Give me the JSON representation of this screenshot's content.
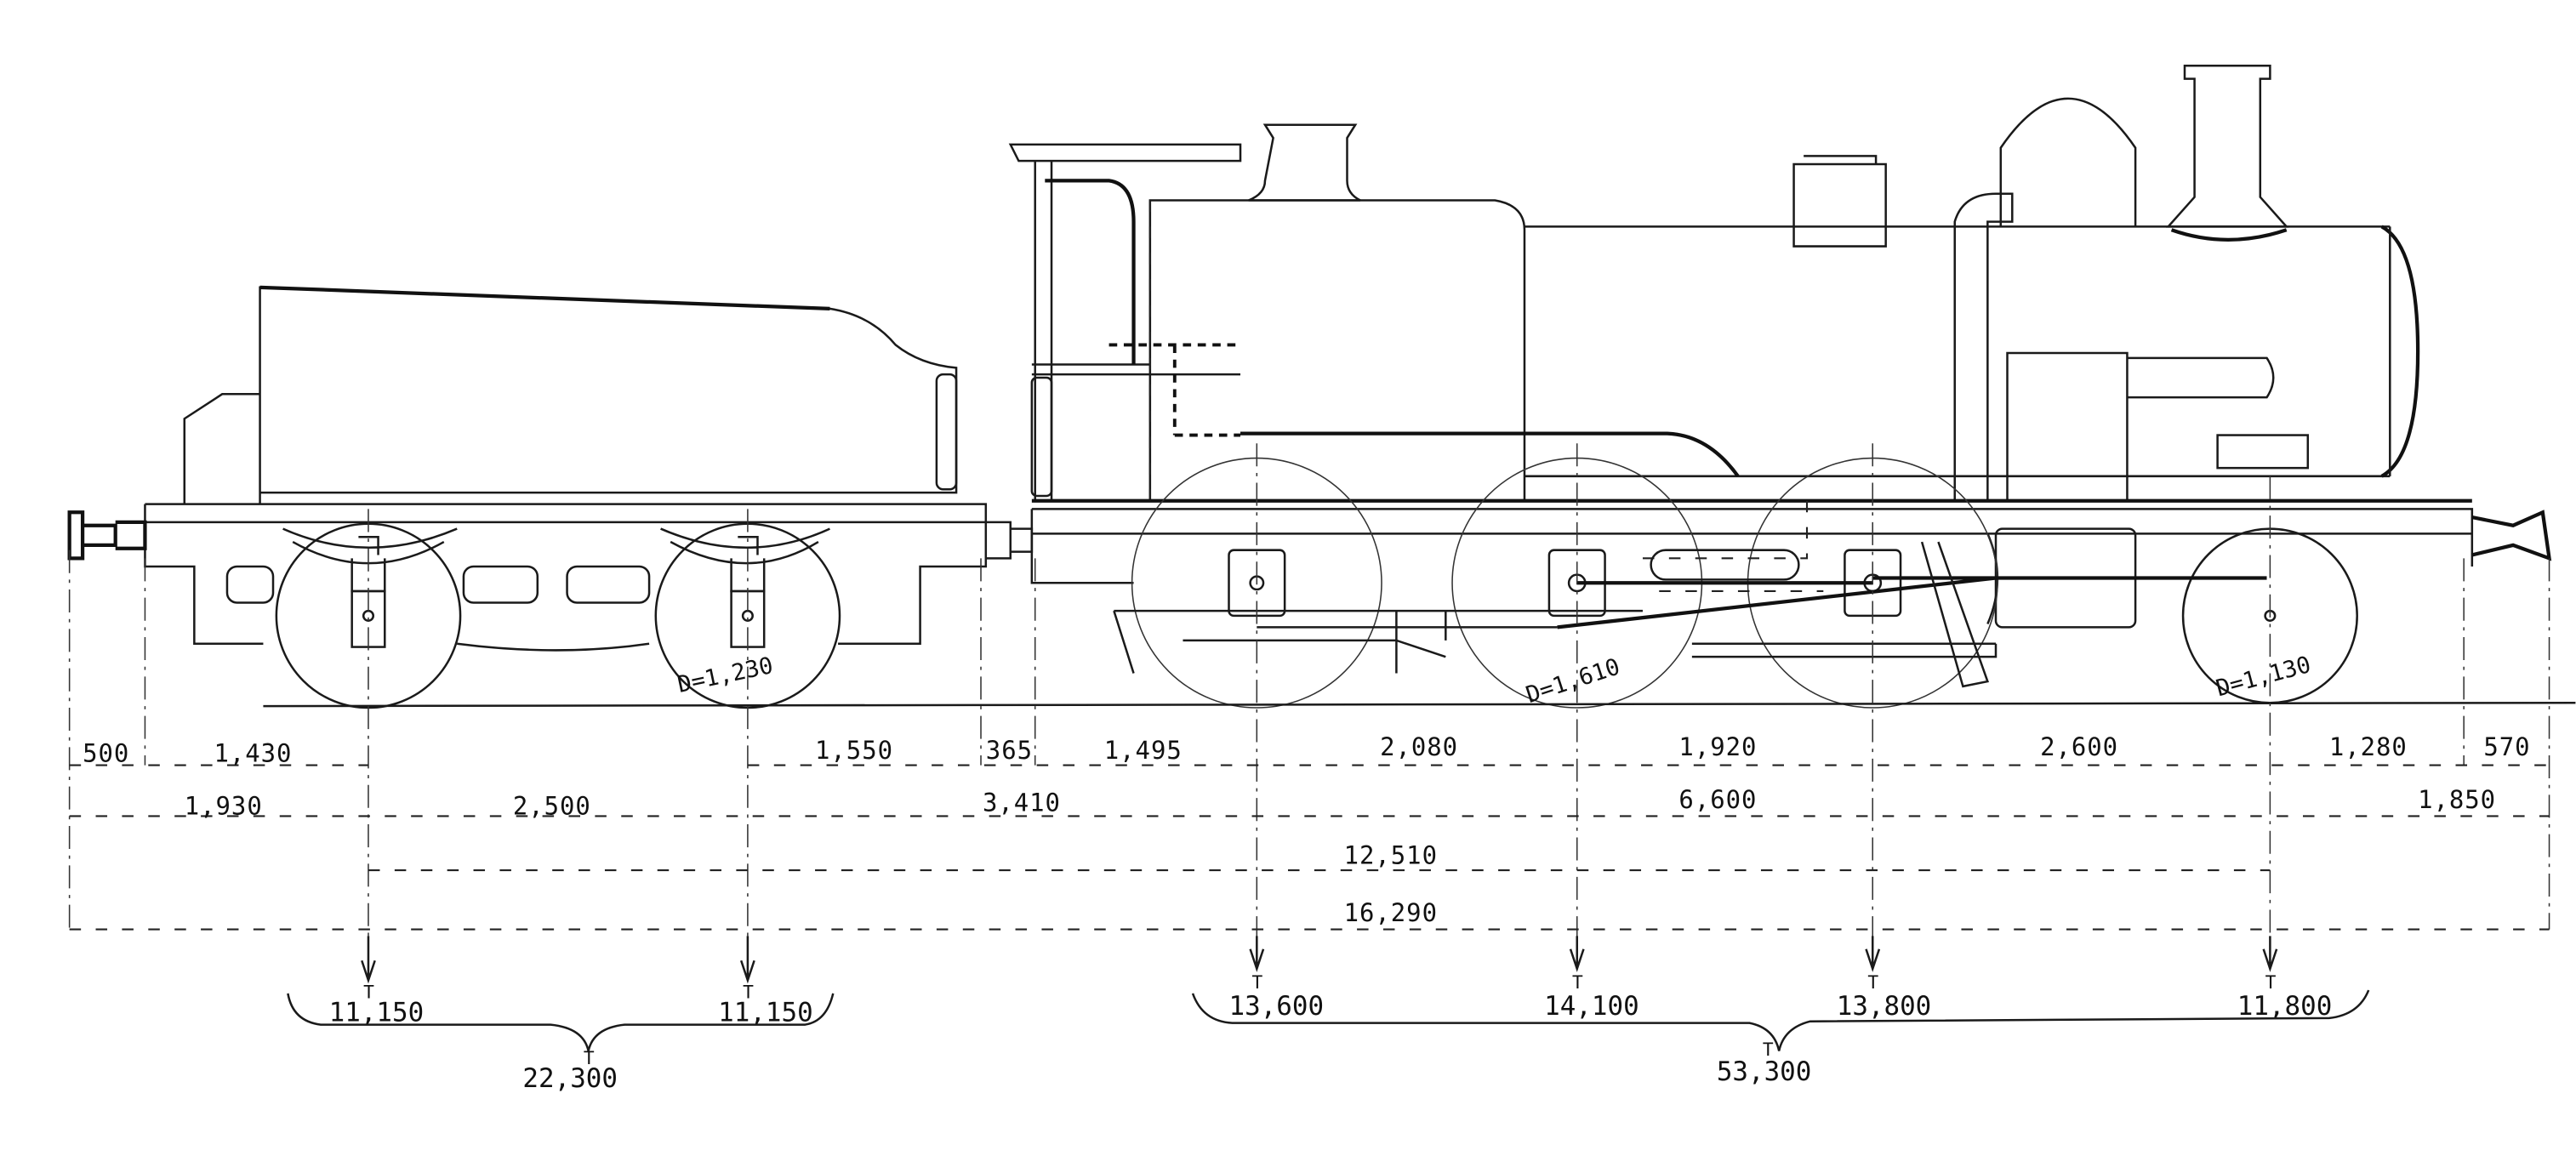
{
  "drawing": {
    "wheel_diameters": {
      "tender": "D=1,230",
      "driving": "D=1,610",
      "leading": "D=1,130"
    },
    "dimensions_row1": [
      "500",
      "1,430",
      "1,550",
      "365",
      "1,495",
      "2,080",
      "1,920",
      "2,600",
      "1,280",
      "570"
    ],
    "dimensions_row2": [
      "1,930",
      "2,500",
      "3,410",
      "6,600",
      "1,850"
    ],
    "dimensions_row3": [
      "12,510"
    ],
    "dimensions_row4": [
      "16,290"
    ],
    "axle_loads": [
      "11,150",
      "11,150",
      "13,600",
      "14,100",
      "13,800",
      "11,800"
    ],
    "load_unit": "T",
    "totals": {
      "tender": "22,300",
      "locomotive": "53,300"
    }
  }
}
